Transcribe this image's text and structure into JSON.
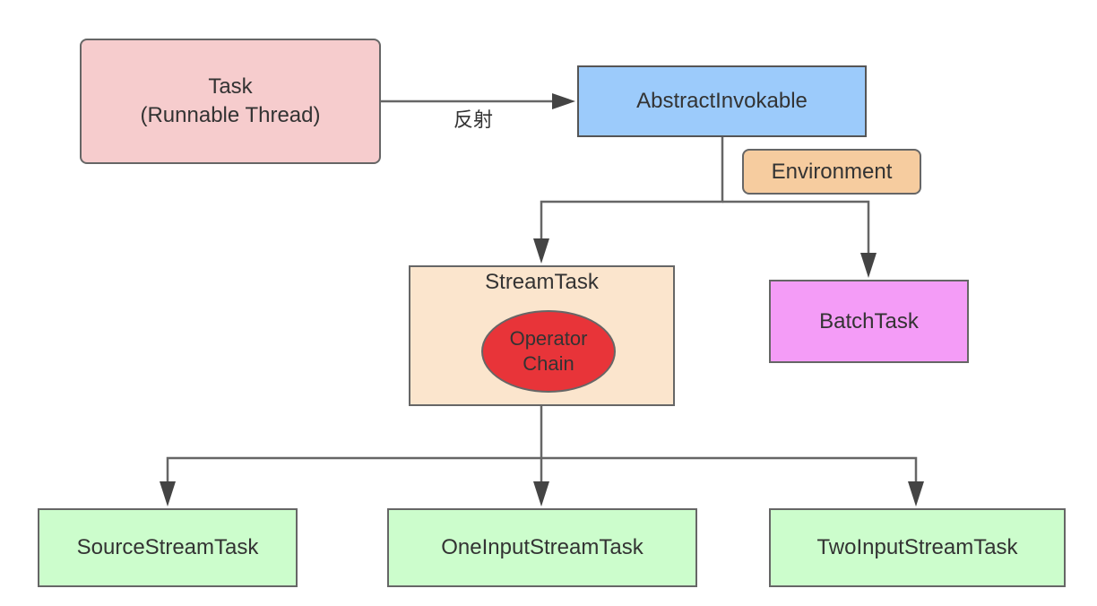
{
  "diagram": {
    "task": {
      "line1": "Task",
      "line2": "(Runnable Thread)"
    },
    "abstract_invokable": {
      "label": "AbstractInvokable"
    },
    "environment": {
      "label": "Environment"
    },
    "stream_task": {
      "label": "StreamTask"
    },
    "operator_chain": {
      "line1": "Operator",
      "line2": "Chain"
    },
    "batch_task": {
      "label": "BatchTask"
    },
    "source_stream_task": {
      "label": "SourceStreamTask"
    },
    "one_input_stream_task": {
      "label": "OneInputStreamTask"
    },
    "two_input_stream_task": {
      "label": "TwoInputStreamTask"
    },
    "edge_label": "反射"
  },
  "colors": {
    "task": "#f6cccd",
    "abstract_invokable": "#9ccbfb",
    "environment": "#f6cc9f",
    "stream_task": "#fbe5cd",
    "operator_chain": "#e83439",
    "batch_task": "#f49cf7",
    "leaf_task": "#ccfdcc",
    "edge": "#666666",
    "arrow_head": "#444444"
  }
}
